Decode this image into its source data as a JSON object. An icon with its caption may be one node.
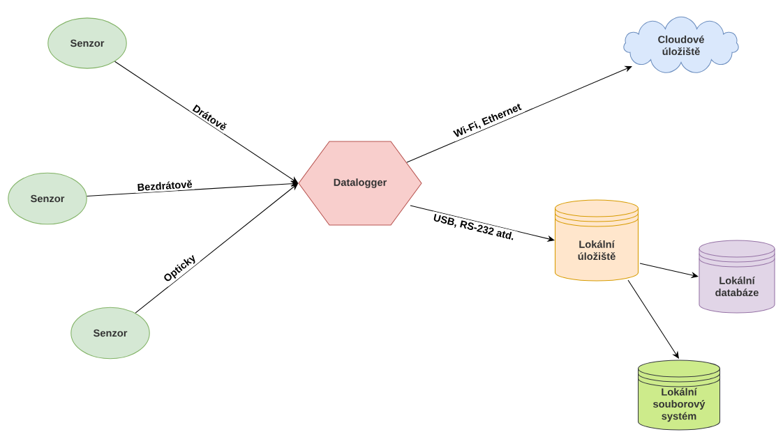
{
  "diagram": {
    "nodes": [
      {
        "text": [
          "Senzor"
        ]
      },
      {
        "text": [
          "Senzor"
        ]
      },
      {
        "text": [
          "Senzor"
        ]
      },
      {
        "text": [
          "Datalogger"
        ]
      },
      {
        "text": [
          "Cloudové úložiště"
        ]
      },
      {
        "text": [
          "Lokální úložiště"
        ]
      },
      {
        "text": [
          "Lokální databáze"
        ]
      },
      {
        "text": [
          "Lokální souborový systém"
        ]
      }
    ],
    "edges": [
      {
        "from": 0,
        "to": 3,
        "arrow": "to",
        "label": "Drátově"
      },
      {
        "from": 1,
        "to": 3,
        "arrow": "to",
        "label": "Bezdrátově"
      },
      {
        "from": 2,
        "to": 3,
        "arrow": "to",
        "label": "Opticky"
      },
      {
        "from": 3,
        "to": 4,
        "arrow": "to",
        "label": "Wi-Fi, Ethernet"
      },
      {
        "from": 3,
        "to": 5,
        "arrow": "to",
        "label": "USB, RS-232 atd."
      },
      {
        "from": 5,
        "to": 6,
        "arrow": "to"
      },
      {
        "from": 5,
        "to": 7,
        "arrow": "to"
      }
    ]
  }
}
